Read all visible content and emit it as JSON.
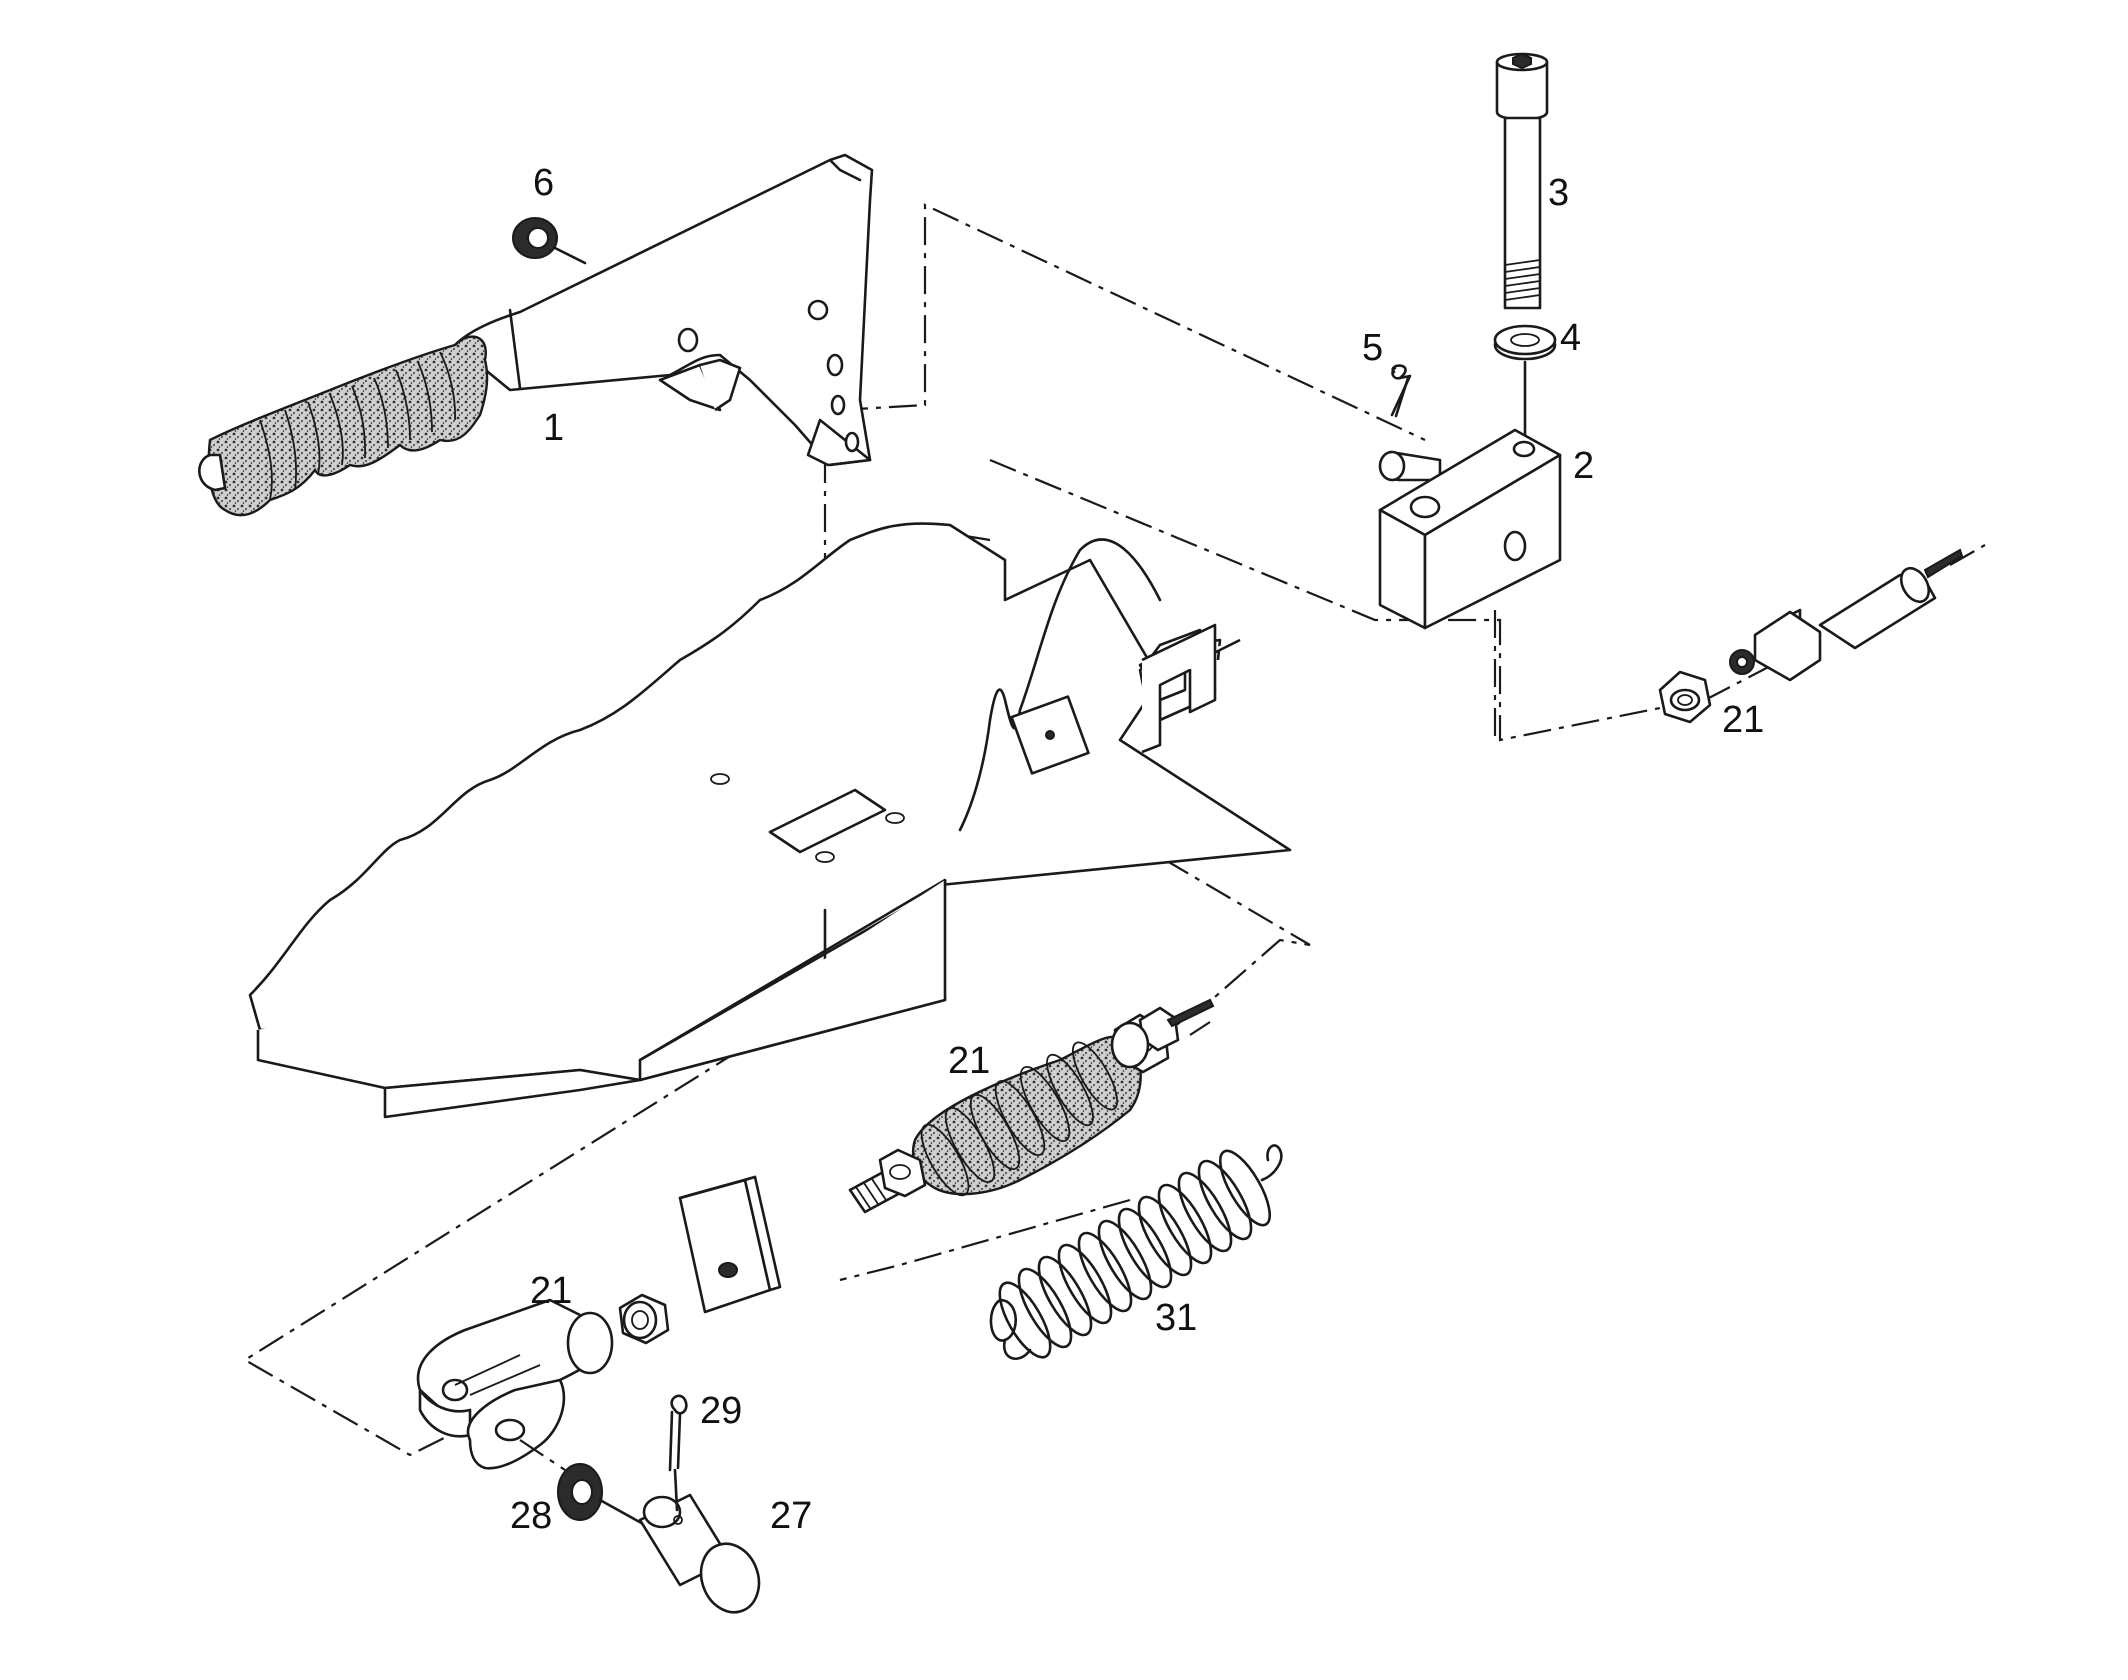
{
  "callouts": {
    "lever": "1",
    "bracket": "2",
    "bolt": "3",
    "washer_top": "4",
    "cotter_pin_top": "5",
    "washer_lever": "6",
    "nut_cable_end": "21",
    "boot_nut": "21",
    "clevis_nut": "21",
    "clevis_pin": "27",
    "clevis_washer": "28",
    "cotter_pin_bottom": "29",
    "spring": "31"
  },
  "colors": {
    "ink": "#1a1a1a",
    "background": "#ffffff"
  }
}
